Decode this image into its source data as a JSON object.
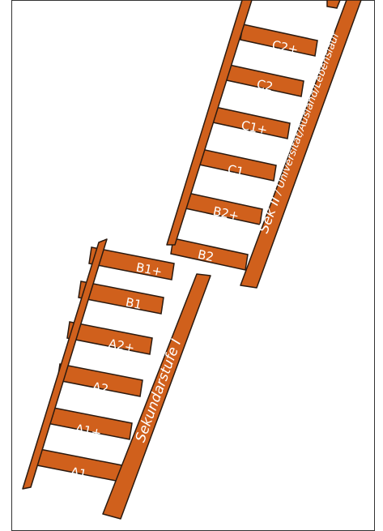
{
  "colors": {
    "wood": "#d0601c",
    "outline": "#2a1a10",
    "label": "#ffffff",
    "background": "#ffffff",
    "border": "#333333"
  },
  "ladder_lower": {
    "rail_label": "Sekundarstufe I",
    "rungs": [
      "A1",
      "A1+",
      "A2",
      "A2+",
      "B1",
      "B1+"
    ]
  },
  "ladder_upper": {
    "rail_label": "Sek II / Universität/Ausland/Lebenslauf",
    "rail_label_main": "Sek II",
    "rail_label_rest": " / Universität/Ausland/Lebenslauf",
    "rungs": [
      "B2",
      "B2+",
      "C1",
      "C1+",
      "C2",
      "C2+"
    ]
  }
}
